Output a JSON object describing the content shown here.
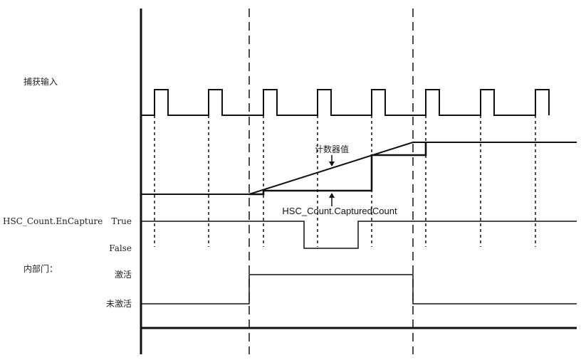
{
  "labels": {
    "capture_input": "捕获输入",
    "en_capture": "HSC_Count.EnCapture",
    "true_label": "True",
    "false_label": "False",
    "internal_gate": "内部门：",
    "active": "激活",
    "inactive": "未激活",
    "counter_value": "计数器值",
    "captured_count": "HSC_Count.CapturedCount"
  }
}
